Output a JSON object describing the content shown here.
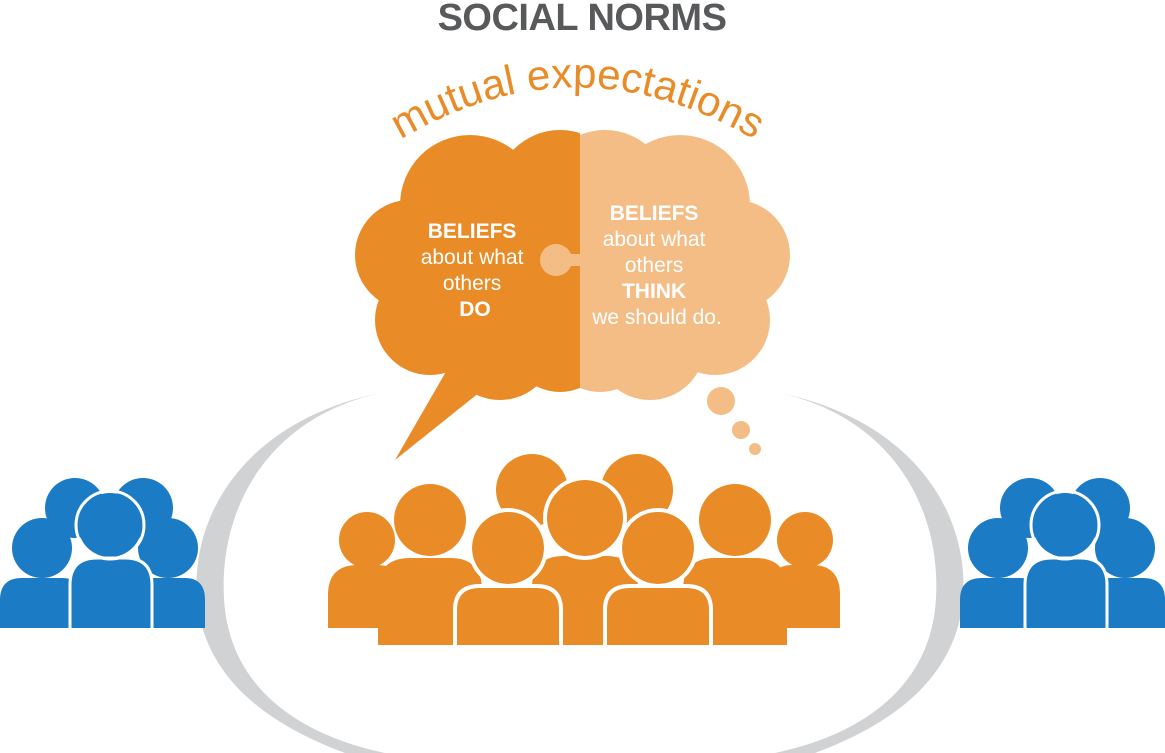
{
  "title": "SOCIAL NORMS",
  "subtitle": "mutual expectations",
  "left_bubble": {
    "lines": [
      {
        "text": "BELIEFS",
        "bold": true
      },
      {
        "text": "about what",
        "bold": false
      },
      {
        "text": "others",
        "bold": false
      },
      {
        "text": "DO",
        "bold": true
      }
    ]
  },
  "right_bubble": {
    "lines": [
      {
        "text": "BELIEFS",
        "bold": true
      },
      {
        "text": "about what",
        "bold": false
      },
      {
        "text": "others",
        "bold": false
      },
      {
        "text": "THINK",
        "bold": true
      },
      {
        "text": "we should do.",
        "bold": false
      }
    ]
  },
  "colors": {
    "title": "#58595b",
    "orange": "#e98b26",
    "light_orange": "#f4bd86",
    "blue": "#1b7bc4",
    "gray_arc": "#d1d2d4"
  }
}
